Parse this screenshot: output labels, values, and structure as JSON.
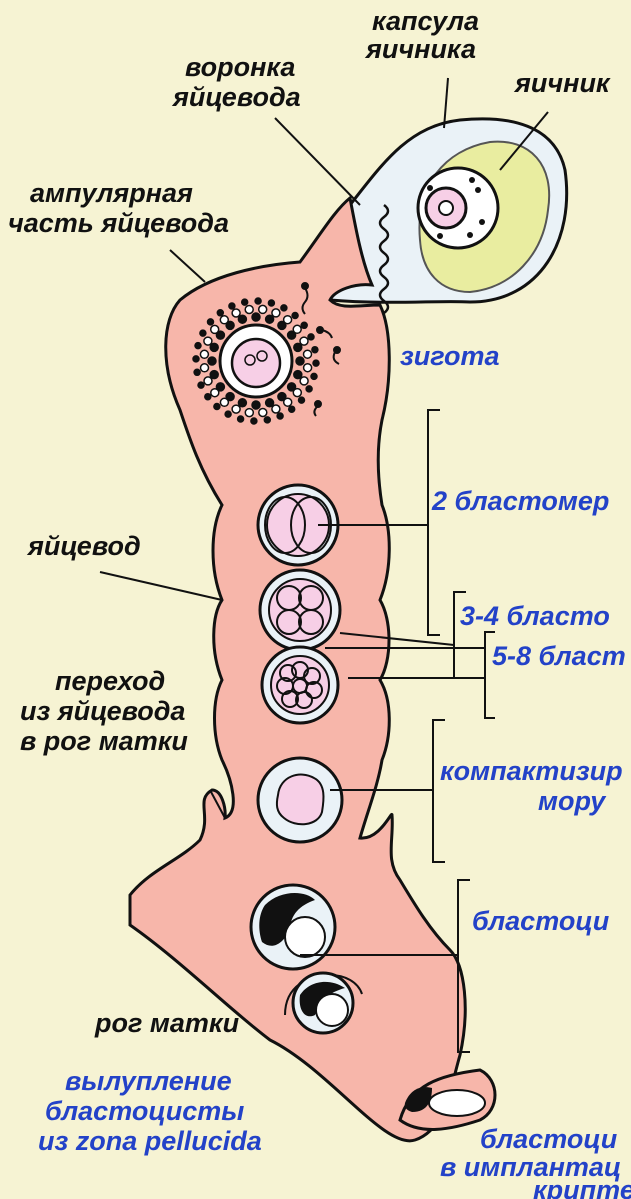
{
  "labels": {
    "capsule_1": "капсула",
    "capsule_2": "яичника",
    "ovary": "яичник",
    "funnel_1": "воронка",
    "funnel_2": "яйцевода",
    "ampulla_1": "ампулярная",
    "ampulla_2": "часть яйцевода",
    "oviduct": "яйцевод",
    "transition_1": "переход",
    "transition_2": "из яйцевода",
    "transition_3": "в рог матки",
    "uterine_horn": "рог матки",
    "hatching_1": "вылупление",
    "hatching_2": "бластоцисты",
    "hatching_3": "из zona pellucida"
  },
  "stages": {
    "zygote": "зигота",
    "two": "2 бластомер",
    "three_four": "3-4 бласто",
    "five_eight": "5-8 бласт",
    "morula_1": "компактизир",
    "morula_2": "мору",
    "blastocyst": "бластоци",
    "implant_1": "бластоци",
    "implant_2": "в имплантац",
    "implant_3": "крипте"
  },
  "colors": {
    "background": "#f6f3d3",
    "tube": "#f7b6aa",
    "ovary": "#e9eda0",
    "cell": "#f7cfe6",
    "stage_text": "#2342c8"
  }
}
